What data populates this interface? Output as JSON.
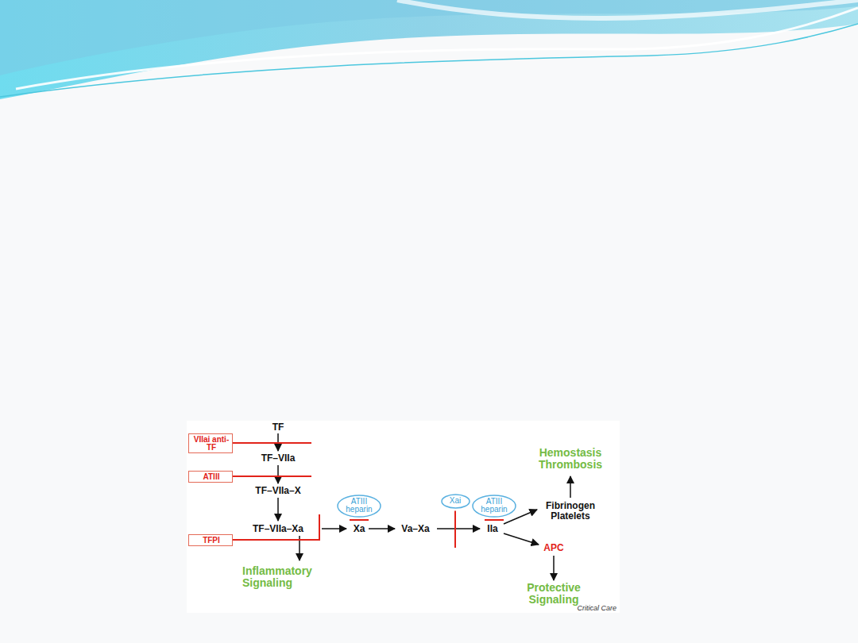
{
  "diagram": {
    "nodes": [
      {
        "text": [
          "VIIai anti-TF"
        ]
      },
      {
        "text": [
          "ATIII"
        ]
      },
      {
        "text": [
          "TFPI"
        ]
      },
      {
        "text": [
          "ATIII heparin"
        ]
      },
      {
        "text": [
          "Xai"
        ]
      },
      {
        "text": [
          "ATIII heparin"
        ]
      }
    ],
    "labels": [
      "TF",
      "TF–VIIa",
      "TF–VIIa–X",
      "TF–VIIa–Xa",
      "Inflammatory Signaling",
      "Xa",
      "Va–Xa",
      "IIa",
      "Fibrinogen Platelets",
      "Hemostasis Thrombosis",
      "APC",
      "Protective Signaling",
      "Critical Care"
    ]
  }
}
